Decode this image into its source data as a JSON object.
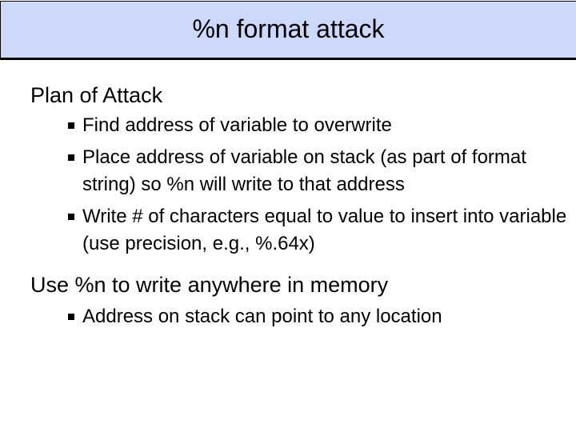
{
  "slide": {
    "title": "%n format attack",
    "title_bg_color": "#CCD9FB",
    "title_border_color": "#000000",
    "body_bg_color": "#FFFFFF",
    "text_color": "#000000",
    "bullet_glyph": "square-bullet"
  },
  "sections": [
    {
      "heading": "Plan of Attack",
      "bullets": [
        "Find address of variable to overwrite",
        "Place address of variable on stack (as part of format string) so %n will write to that address",
        "Write # of characters equal to value to insert into variable (use precision, e.g., %.64x)"
      ]
    },
    {
      "heading": "Use %n to write anywhere in memory",
      "bullets": [
        "Address on stack can point to any location"
      ]
    }
  ]
}
